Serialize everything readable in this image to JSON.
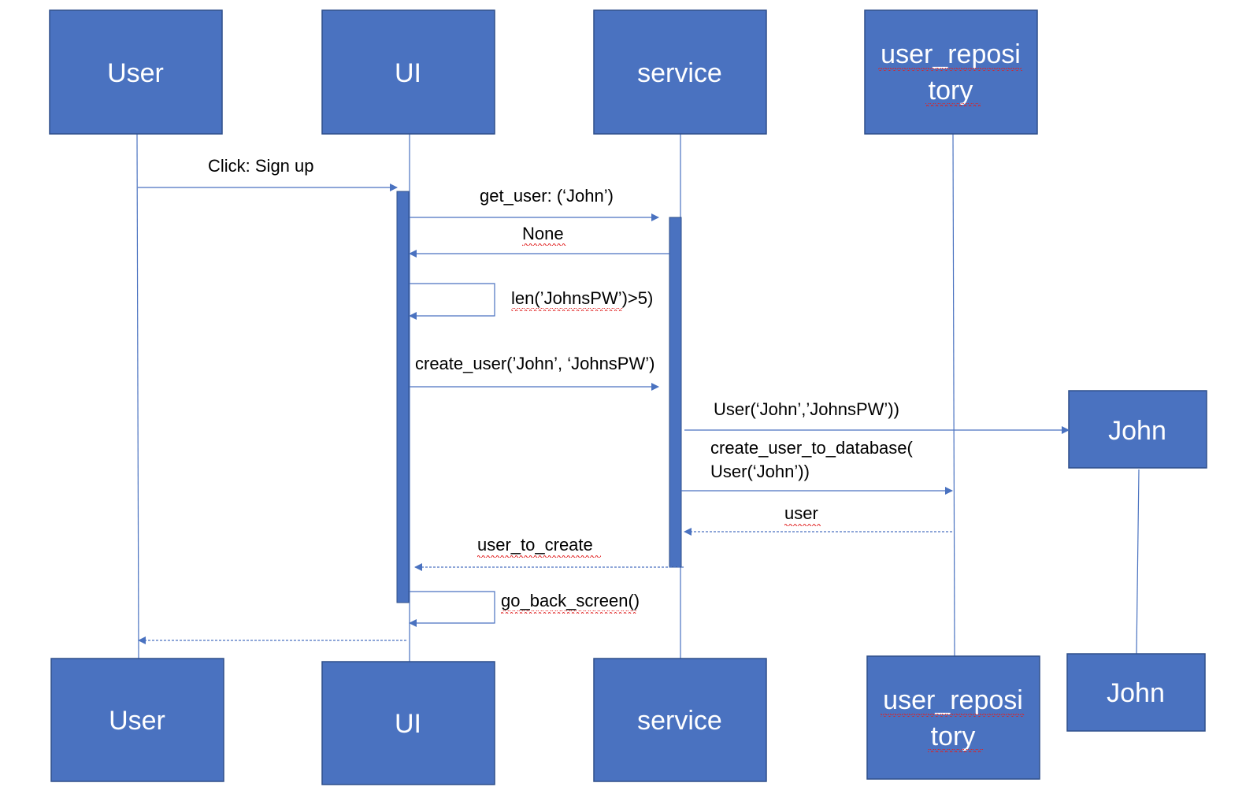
{
  "participants": {
    "user": "User",
    "ui": "UI",
    "service": "service",
    "repo_line1": "user_reposi",
    "repo_line2": "tory",
    "john": "John"
  },
  "messages": {
    "click_signup": "Click: Sign up",
    "get_user": "get_user: (‘John’)",
    "none": "None",
    "len_check": "len(’JohnsPW’)>5)",
    "create_user": "create_user(’John’, ‘JohnsPW’)",
    "user_ctor": "User(‘John’,’JohnsPW’))",
    "create_db_line1": "create_user_to_database(",
    "create_db_line2": "User(‘John’))",
    "user_ret": "user",
    "user_to_create": "user_to_create",
    "go_back": "go_back_screen()"
  },
  "colors": {
    "box_fill": "#4a72c0",
    "box_border": "#2f4f8a",
    "line": "#4a72c0",
    "spellcheck": "#e02020"
  }
}
